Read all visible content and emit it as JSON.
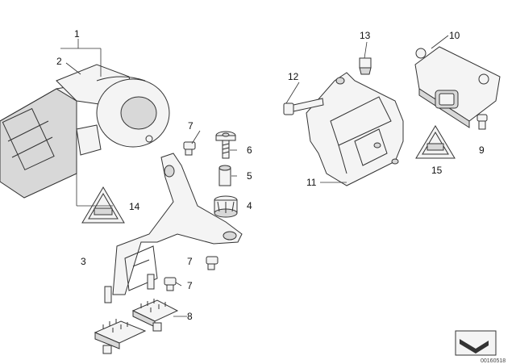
{
  "callouts": {
    "c1": "1",
    "c2": "2",
    "c3": "3",
    "c4": "4",
    "c5": "5",
    "c6": "6",
    "c7a": "7",
    "c7b": "7",
    "c7c": "7",
    "c8": "8",
    "c9": "9",
    "c10": "10",
    "c11": "11",
    "c12": "12",
    "c13": "13",
    "c14": "14",
    "c15": "15"
  },
  "image_ref": "00160518",
  "colors": {
    "line": "#333333",
    "fill": "#f4f4f4",
    "shade": "#d8d8d8"
  }
}
